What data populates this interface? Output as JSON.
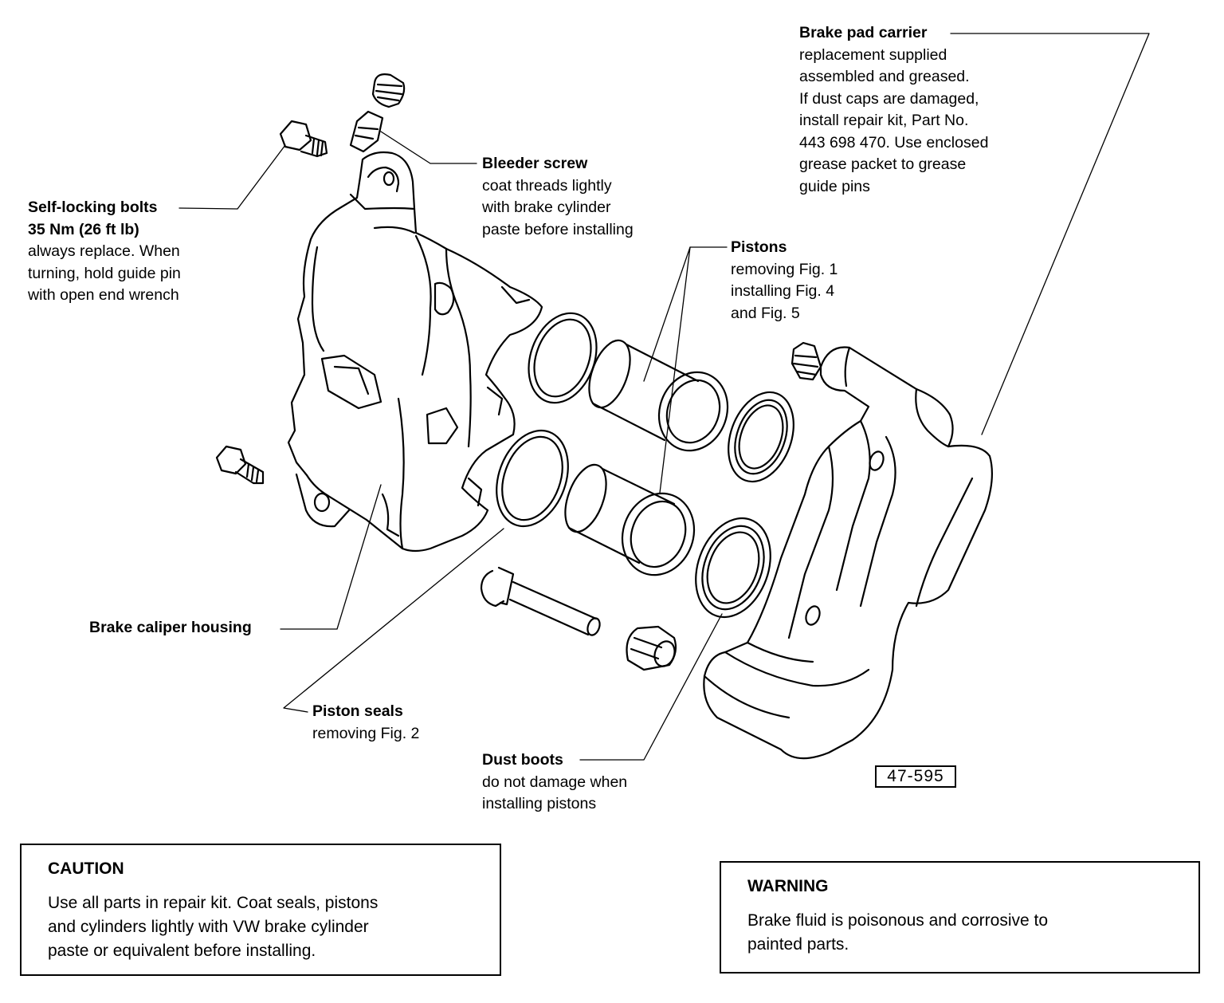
{
  "labels": {
    "brake_pad_carrier": {
      "title": "Brake pad carrier",
      "lines": [
        "replacement supplied",
        "assembled and greased.",
        "If dust caps are damaged,",
        "install repair kit, Part No.",
        "443 698 470. Use enclosed",
        "grease packet to grease",
        "guide  pins"
      ]
    },
    "bleeder_screw": {
      "title": "Bleeder screw",
      "lines": [
        "coat threads lightly",
        "with brake cylinder",
        "paste before installing"
      ]
    },
    "self_locking_bolts": {
      "title": "Self-locking bolts",
      "title2": "35 Nm (26 ft lb)",
      "lines": [
        "always replace. When",
        "turning, hold guide pin",
        "with open end wrench"
      ]
    },
    "pistons": {
      "title": "Pistons",
      "lines": [
        "removing Fig. 1",
        "installing Fig. 4",
        "and Fig. 5"
      ]
    },
    "brake_caliper_housing": {
      "title": "Brake caliper housing"
    },
    "piston_seals": {
      "title": "Piston seals",
      "lines": [
        "removing Fig. 2"
      ]
    },
    "dust_boots": {
      "title": "Dust boots",
      "lines": [
        "do not damage when",
        "installing pistons"
      ]
    }
  },
  "figure_number": "47-595",
  "caution": {
    "title": "CAUTION",
    "text": "Use all parts in repair kit. Coat seals, pistons\nand cylinders lightly with VW brake cylinder\npaste or equivalent before installing."
  },
  "warning": {
    "title": "WARNING",
    "text": "Brake fluid is poisonous and corrosive to\npainted parts."
  }
}
